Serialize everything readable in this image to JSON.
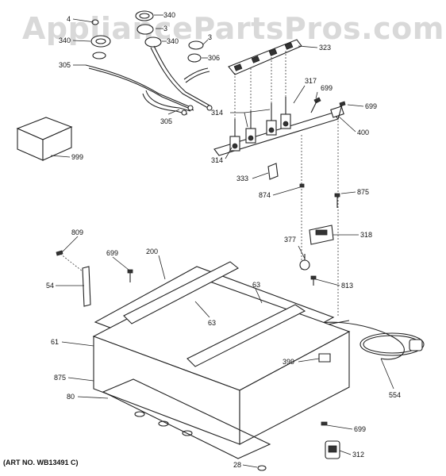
{
  "watermark": "AppliancePartsPros.com",
  "art_number": "(ART NO. WB13491 C)",
  "callouts": {
    "c4": "4",
    "c340a": "340",
    "c340b": "340",
    "c340c": "340",
    "c3a": "3",
    "c3b": "3",
    "c305a": "305",
    "c305b": "305",
    "c306": "306",
    "c323": "323",
    "c317": "317",
    "c699a": "699",
    "c699b": "699",
    "c314a": "314",
    "c314b": "314",
    "c400": "400",
    "c999": "999",
    "c333": "333",
    "c874": "874",
    "c875a": "875",
    "c809": "809",
    "c699c": "699",
    "c200": "200",
    "c54": "54",
    "c377": "377",
    "c318": "318",
    "c813": "813",
    "c63a": "63",
    "c63b": "63",
    "c61": "61",
    "c399": "399",
    "c875b": "875",
    "c80": "80",
    "c554": "554",
    "c699d": "699",
    "c312": "312",
    "c28": "28"
  }
}
